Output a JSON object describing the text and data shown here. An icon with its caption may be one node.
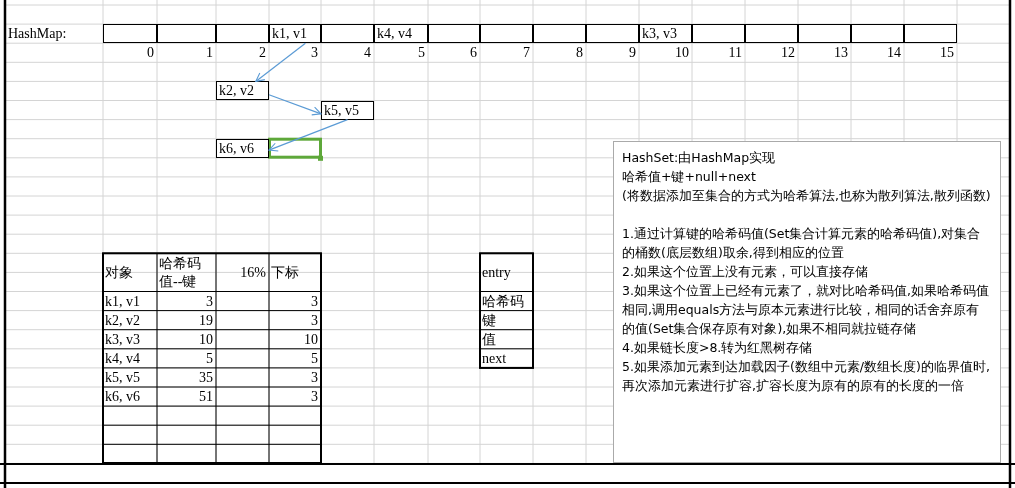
{
  "diagram": {
    "nodes": [
      {
        "text": [],
        "shape": "box"
      },
      {
        "text": [],
        "shape": "box"
      },
      {
        "text": [],
        "shape": "box"
      },
      {
        "text": [
          "k1, v1"
        ]
      },
      {
        "text": [],
        "shape": "box"
      },
      {
        "text": [
          "k4, v4"
        ]
      },
      {
        "text": [],
        "shape": "box"
      },
      {
        "text": [],
        "shape": "box"
      },
      {
        "text": [],
        "shape": "box"
      },
      {
        "text": [],
        "shape": "box"
      },
      {
        "text": [
          "k3, v3"
        ]
      },
      {
        "text": [],
        "shape": "box"
      },
      {
        "text": [],
        "shape": "box"
      },
      {
        "text": [],
        "shape": "box"
      },
      {
        "text": [],
        "shape": "box"
      },
      {
        "text": [],
        "shape": "box"
      },
      {
        "text": [
          "k2, v2"
        ]
      },
      {
        "text": [
          "k5, v5"
        ]
      },
      {
        "text": [
          "k6, v6"
        ]
      },
      {
        "text": [
          "HashSet:由HashMap实现",
          "哈希值+键+null+next",
          "(将数据添加至集合的方式为哈希算法,也称为散列算法,散列函数)",
          "1.通过计算键的哈希码值(Set集合计算元素的哈希码值),对集合的桶数(底层数组)取余,得到相应的位置",
          "2.如果这个位置上没有元素，可以直接存储",
          "3.如果这个位置上已经有元素了，就对比哈希码值,如果哈希码值相同,调用equals方法与原本元素进行比较，相同的话舍弃原有的值(Set集合保存原有对象),如果不相同就拉链存储",
          "4.如果链长度>8.转为红黑树存储",
          "5.如果添加元素到达加载因子(数组中元素/数组长度)的临界值时,再次添加元素进行扩容,扩容长度为原有的原有的长度的一倍"
        ]
      }
    ],
    "edges": [
      {
        "from": 3,
        "to": 16,
        "arrow": "to"
      },
      {
        "from": 16,
        "to": 17,
        "arrow": "to"
      },
      {
        "from": 17,
        "to": 18,
        "arrow": "to"
      }
    ],
    "labels": [
      "HashMap:",
      "0",
      "1",
      "2",
      "3",
      "4",
      "5",
      "6",
      "7",
      "8",
      "9",
      "10",
      "11",
      "12",
      "13",
      "14",
      "15",
      "对象",
      "哈希码值--键",
      "16%",
      "下标",
      "k1, v1",
      "3",
      "3",
      "k2, v2",
      "19",
      "3",
      "k3, v3",
      "10",
      "10",
      "k4, v4",
      "5",
      "5",
      "k5, v5",
      "35",
      "3",
      "k6, v6",
      "51",
      "3",
      "entry",
      "哈希码",
      "键",
      "值",
      "next"
    ]
  }
}
